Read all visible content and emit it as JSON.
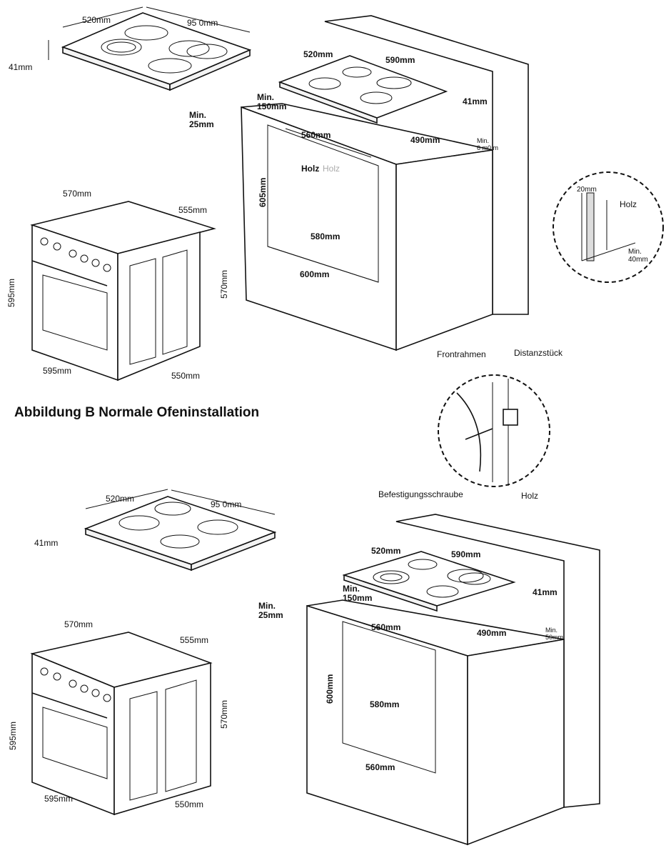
{
  "title": "Abbildung B  Normale Ofeninstallation",
  "figure_top": {
    "hob": {
      "w": "520mm",
      "d": "95 0mm",
      "h": "41mm"
    },
    "cabinet_hob": {
      "w": "520mm",
      "d": "590mm",
      "h": "41mm",
      "min_gap": "Min.\n150mm",
      "min_front": "Min.\n25mm",
      "cut_w": "560mm",
      "cut_d": "490mm",
      "min_wall": "Min.\n6 m0 m"
    },
    "cabinet": {
      "h": "605mm",
      "inner_d": "580mm",
      "w": "600mm",
      "wood1": "Holz",
      "wood2": "Holz"
    },
    "oven": {
      "w": "570mm",
      "d": "555mm",
      "h": "595mm",
      "side": "570mm",
      "depth": "550mm",
      "front": "595mm"
    },
    "detail_a": {
      "gap": "20mm",
      "wood": "Holz",
      "min": "Min.\n40mm"
    },
    "detail_b": {
      "frame": "Frontrahmen",
      "spacer": "Distanzstück",
      "screw": "Befestigungsschraube",
      "wood": "Holz"
    }
  },
  "figure_bottom": {
    "hob": {
      "w": "520mm",
      "d": "95 0mm",
      "h": "41mm"
    },
    "cabinet_hob": {
      "w": "520mm",
      "d": "590mm",
      "h": "41mm",
      "min_gap": "Min.\n150mm",
      "min_front": "Min.\n25mm",
      "cut_w": "560mm",
      "cut_d": "490mm",
      "min_wall": "Min.\n50mm"
    },
    "cabinet": {
      "h": "600mm",
      "inner_d": "580mm",
      "w": "560mm"
    },
    "oven": {
      "w": "570mm",
      "d": "555mm",
      "h": "595mm",
      "side": "570mm",
      "depth": "550mm",
      "front": "595mm"
    }
  }
}
